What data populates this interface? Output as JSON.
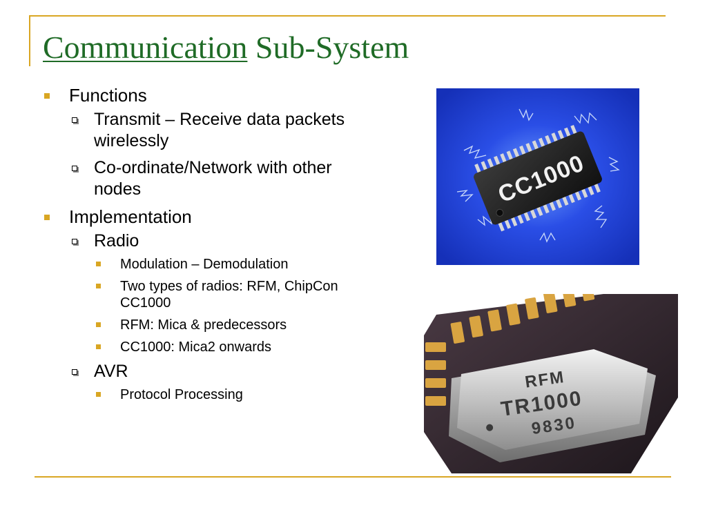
{
  "slide": {
    "title_link": "Communication",
    "title_rest": " Sub-System"
  },
  "bullets": [
    {
      "text": "Functions",
      "children": [
        {
          "text": "Transmit – Receive data packets wirelessly"
        },
        {
          "text": "Co-ordinate/Network with other nodes"
        }
      ]
    },
    {
      "text": "Implementation",
      "children": [
        {
          "text": "Radio",
          "children": [
            "Modulation – Demodulation",
            "Two types of radios: RFM, ChipCon CC1000",
            "RFM: Mica & predecessors",
            "CC1000: Mica2 onwards"
          ]
        },
        {
          "text": "AVR",
          "children": [
            "Protocol Processing"
          ]
        }
      ]
    }
  ],
  "images": {
    "cc1000_chip_label": "CC1000",
    "rfm_chip_lines": [
      "RFM",
      "TR1000",
      "9830"
    ]
  },
  "colors": {
    "title": "#1f6b26",
    "accent": "#d9a623",
    "chip_background": "#1f3fd6"
  }
}
